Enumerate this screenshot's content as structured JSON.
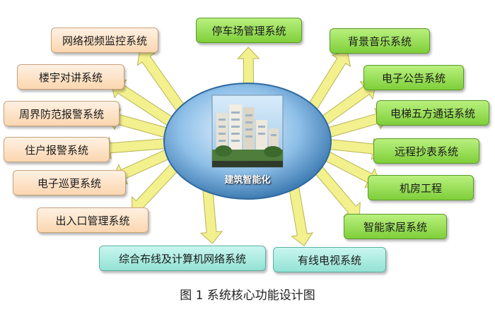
{
  "center": {
    "label": "建筑智能化"
  },
  "left_systems": [
    "网络视频监控系统",
    "楼宇对讲系统",
    "周界防范报警系统",
    "住户报警系统",
    "电子巡更系统",
    "出入口管理系统"
  ],
  "top_system": "停车场管理系统",
  "right_systems": [
    "背景音乐系统",
    "电子公告系统",
    "电梯五方通话系统",
    "远程抄表系统",
    "机房工程",
    "智能家居系统"
  ],
  "bottom_systems": [
    "综合布线及计算机网络系统",
    "有线电视系统"
  ],
  "caption": "图 1   系统核心功能设计图",
  "colors": {
    "security_boxes": "#fbd6b0",
    "service_boxes": "#7fcf3a",
    "network_boxes": "#93e2d4",
    "arrows": "#f3f08e",
    "hub": "#3f7fb8"
  }
}
